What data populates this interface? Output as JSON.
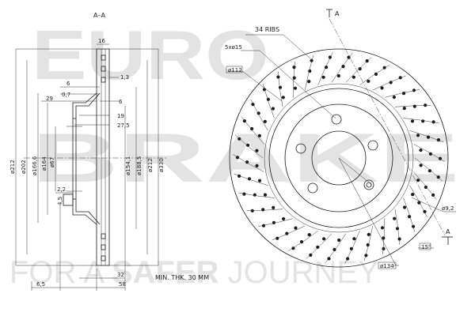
{
  "watermark": {
    "line1": "EURO",
    "line2": "BRAKE",
    "slogan_a": "FOR A ",
    "slogan_b": "SAFER",
    "slogan_c": " JOURNEY"
  },
  "section": {
    "title": "A–A",
    "dims": {
      "d16": "16",
      "d1_3": "1,3",
      "d6_top": "6",
      "d0_7": "0,7",
      "d29": "29",
      "d6_mid": "6",
      "d19": "19",
      "d27_5": "27,5",
      "d2_2": "2,2",
      "d4_5": "4,5",
      "d32": "32",
      "d58": "58",
      "d6_5": "6,5",
      "dia212_left": "ø212",
      "dia202": "ø202",
      "dia166_6": "ø166,6",
      "dia164": "ø164",
      "dia67": "ø67",
      "dia154_1": "ø154,1",
      "dia188_5": "ø188,5",
      "dia212_right": "ø212",
      "dia330": "ø330"
    }
  },
  "min_thickness": "MIN. THK. 30 MM",
  "front": {
    "section_mark_top": "A",
    "section_mark_bottom": "A",
    "ribs": "34 RIBS",
    "bolt_holes": "5xø15",
    "dia112": "ø112",
    "dia9_2": "ø9,2",
    "angle": "15°",
    "dia134": "ø134"
  }
}
